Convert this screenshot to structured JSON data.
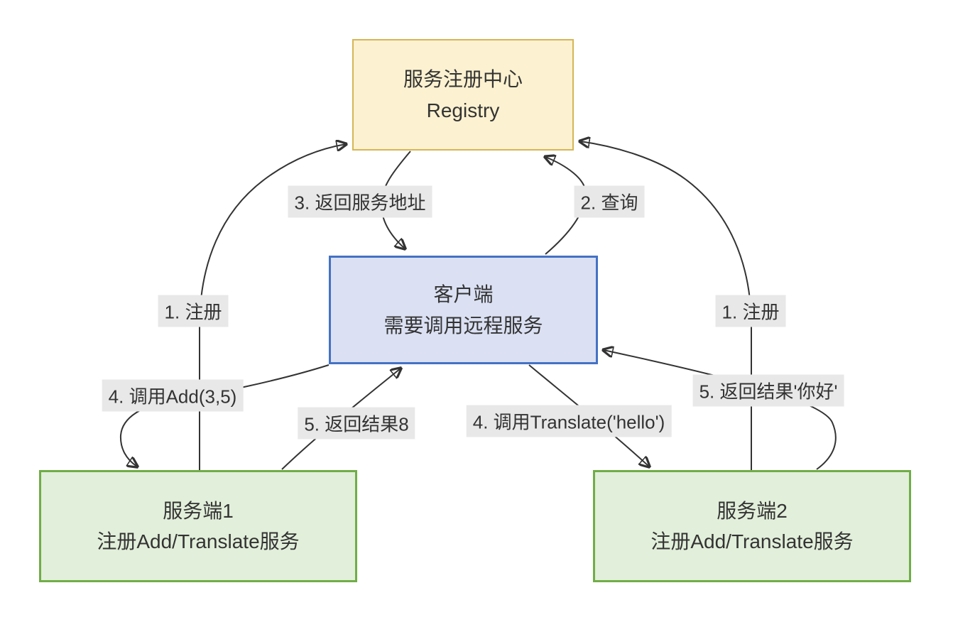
{
  "diagram": {
    "nodes": [
      {
        "id": "registry",
        "line1": "服务注册中心",
        "line2": "Registry"
      },
      {
        "id": "client",
        "line1": "客户端",
        "line2": "需要调用远程服务"
      },
      {
        "id": "server1",
        "line1": "服务端1",
        "line2": "注册Add/Translate服务"
      },
      {
        "id": "server2",
        "line1": "服务端2",
        "line2": "注册Add/Translate服务"
      }
    ],
    "edges": [
      {
        "id": "register-left",
        "label": "1. 注册",
        "from": "server1",
        "to": "registry"
      },
      {
        "id": "register-right",
        "label": "1. 注册",
        "from": "server2",
        "to": "registry"
      },
      {
        "id": "query",
        "label": "2. 查询",
        "from": "client",
        "to": "registry"
      },
      {
        "id": "return-address",
        "label": "3. 返回服务地址",
        "from": "registry",
        "to": "client"
      },
      {
        "id": "call-add",
        "label": "4. 调用Add(3,5)",
        "from": "client",
        "to": "server1"
      },
      {
        "id": "return-8",
        "label": "5. 返回结果8",
        "from": "server1",
        "to": "client"
      },
      {
        "id": "call-translate",
        "label": "4. 调用Translate('hello')",
        "from": "client",
        "to": "server2"
      },
      {
        "id": "return-nihao",
        "label": "5. 返回结果'你好'",
        "from": "server2",
        "to": "client"
      }
    ],
    "colors": {
      "registry_fill": "#fcf1d0",
      "registry_stroke": "#d6b656",
      "client_fill": "#dbe1f3",
      "client_stroke": "#4472c4",
      "server_fill": "#e2efda",
      "server_stroke": "#70ad47",
      "edge_stroke": "#333333",
      "edge_label_background": "#e8e8e8",
      "text": "#333333",
      "background": "#ffffff"
    }
  }
}
